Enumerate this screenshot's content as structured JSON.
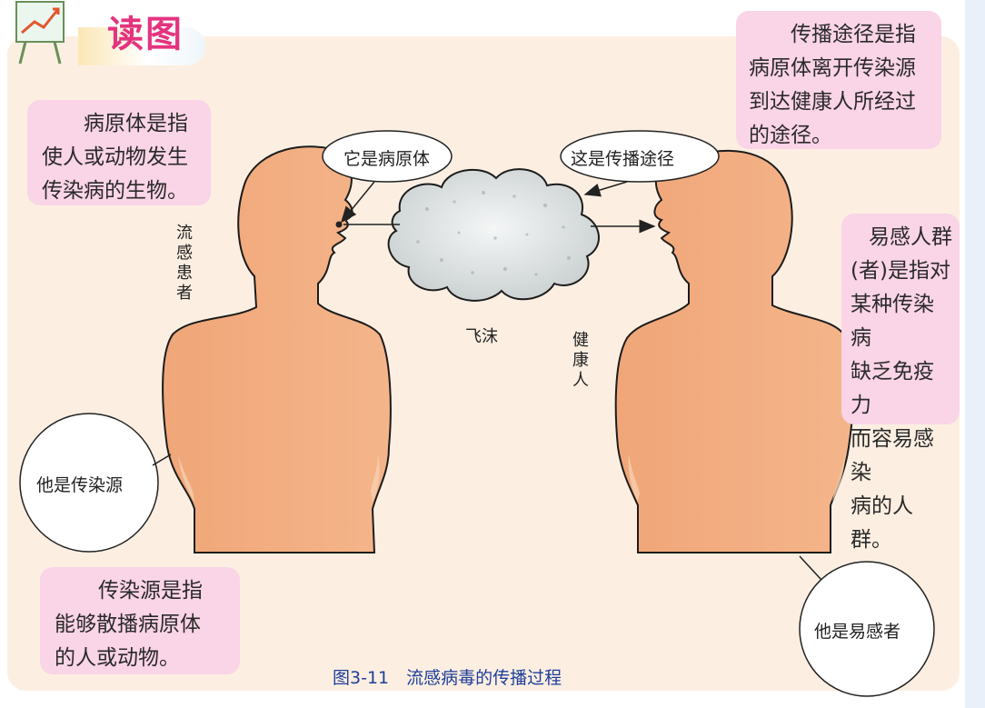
{
  "header": {
    "title": "读图",
    "icon": "chart-board-icon"
  },
  "notes": {
    "pathogen": [
      "病原体是指",
      "使人或动物发生",
      "传染病的生物。"
    ],
    "route": [
      "传播途径是指",
      "病原体离开传染源",
      "到达健康人所经过",
      "的途径。"
    ],
    "susceptible": [
      "易感人群",
      "(者)是指对",
      "某种传染病",
      "缺乏免疫力",
      "而容易感染",
      "病的人群。"
    ],
    "source": [
      "传染源是指",
      "能够散播病原体",
      "的人或动物。"
    ]
  },
  "bubbles": {
    "pathogen": "它是病原体",
    "route": "这是传播途径",
    "source": "他是传染源",
    "susceptible": "他是易感者"
  },
  "labels": {
    "patient": "流感患者",
    "healthy": "健康人",
    "droplet": "飞沫"
  },
  "caption": "图3-11　流感病毒的传播过程",
  "colors": {
    "panel": "#fcefe2",
    "note": "#fad4e7",
    "body": "#f2ab7d",
    "title": "#e4347e",
    "caption": "#1e3e9a"
  }
}
